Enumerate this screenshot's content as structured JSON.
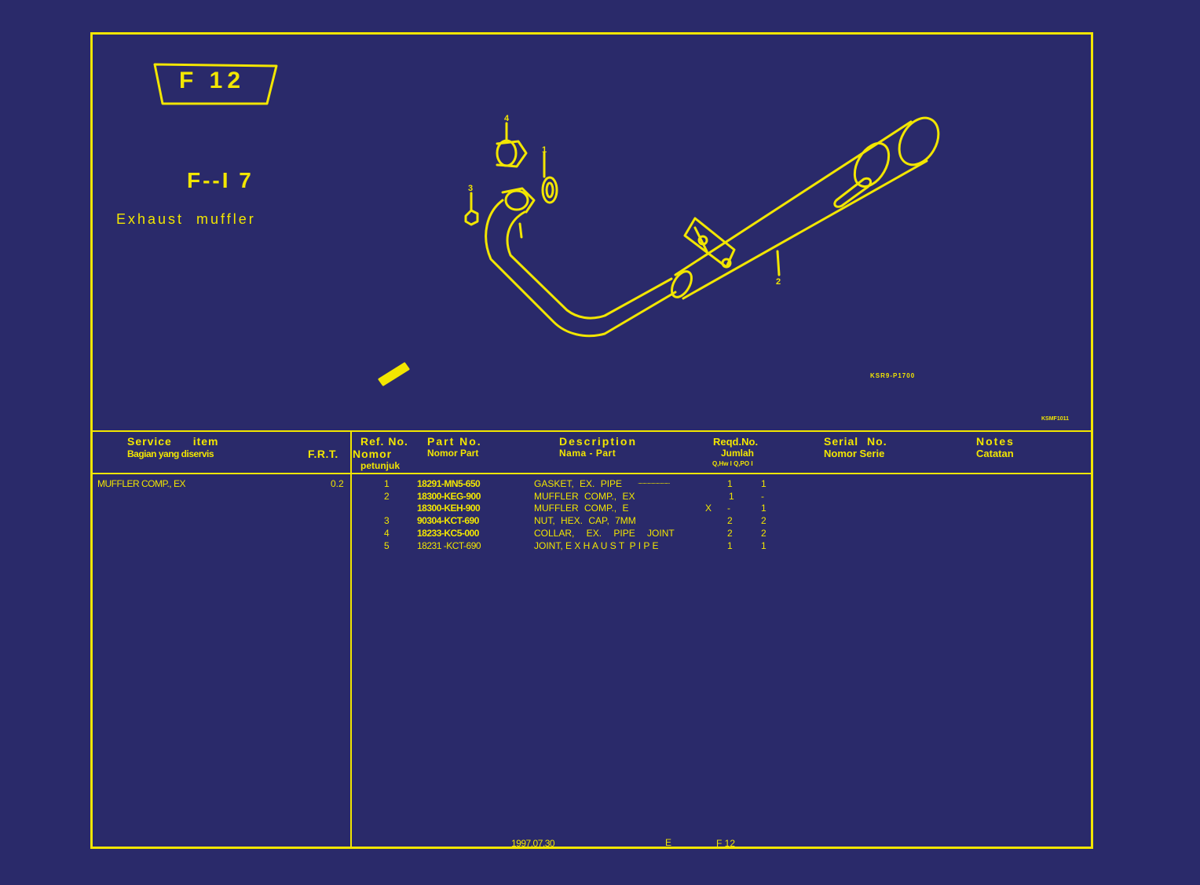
{
  "page": {
    "badge": "F 12",
    "code": "F--I 7",
    "title": "Exhaust muffler",
    "drawing_code": "KSR9-P1700",
    "corner_code": "KSMF1011"
  },
  "diagram_callouts": [
    "1",
    "2",
    "3",
    "4"
  ],
  "headers": {
    "service_item": "Service item",
    "service_item_sub": "Bagian yang diservis",
    "frt": "F.R.T.",
    "ref_no": "Ref. No.",
    "ref_no_sub1": "Nomor",
    "ref_no_sub2": "petunjuk",
    "part_no": "Part No.",
    "part_no_sub": "Nomor Part",
    "description": "Description",
    "description_sub": "Nama - Part",
    "reqd_no": "Reqd.No.",
    "reqd_no_sub": "Jumlah",
    "reqd_cols": "Q,Hw I Q,PO I",
    "serial_no": "Serial No.",
    "serial_no_sub": "Nomor Serie",
    "notes": "Notes",
    "notes_sub": "Catatan"
  },
  "service_rows": [
    {
      "item": "MUFFLER COMP., EX",
      "frt": "0.2"
    }
  ],
  "parts": [
    {
      "ref": "1",
      "part_no": "18291-MN5-650",
      "description": "GASKET, EX. PIPE",
      "dots": ".................................",
      "q1": "1",
      "q2": "1"
    },
    {
      "ref": "2",
      "part_no": "18300-KEG-900",
      "description": "MUFFLER COMP., EX",
      "dots": "",
      "q1": "1",
      "q2": "-"
    },
    {
      "ref": "",
      "part_no": "18300-KEH-900",
      "description": "MUFFLER COMP., E",
      "extra": "X",
      "dots": "",
      "q1": "-",
      "q2": "1"
    },
    {
      "ref": "3",
      "part_no": "90304-KCT-690",
      "description": "NUT, HEX. CAP, 7MM",
      "dots": "",
      "q1": "2",
      "q2": "2"
    },
    {
      "ref": "4",
      "part_no": "18233-KC5-000",
      "description": "COLLAR, EX. PIPE JOINT",
      "dots": "",
      "q1": "2",
      "q2": "2"
    },
    {
      "ref": "5",
      "part_no": "18231 -KCT-690",
      "description": "JOINT, E X H A U S T  P I P E",
      "dots": "",
      "q1": "1",
      "q2": "1"
    }
  ],
  "footer": {
    "date": "1997.07.30",
    "edition": "E",
    "page_ref": "F 12"
  },
  "colors": {
    "background": "#2a2a6a",
    "ink": "#f2e600"
  }
}
